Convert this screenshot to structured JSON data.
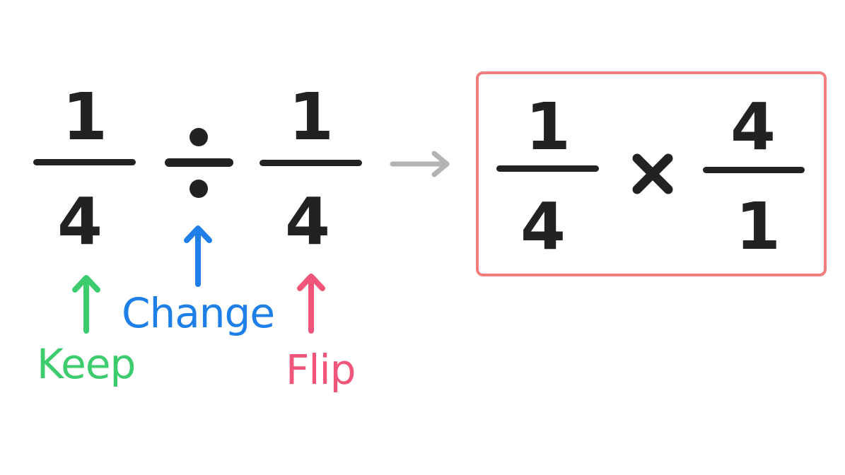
{
  "left_expression": {
    "first_fraction": {
      "numerator": "1",
      "denominator": "4"
    },
    "operator": "divide",
    "second_fraction": {
      "numerator": "1",
      "denominator": "4"
    }
  },
  "transform_arrow": "arrow-right",
  "result_expression": {
    "first_fraction": {
      "numerator": "1",
      "denominator": "4"
    },
    "operator": "multiply",
    "second_fraction": {
      "numerator": "4",
      "denominator": "1"
    }
  },
  "annotations": {
    "keep": {
      "label": "Keep",
      "color": "#3ccc6e"
    },
    "change": {
      "label": "Change",
      "color": "#1f7fe8"
    },
    "flip": {
      "label": "Flip",
      "color": "#f2557a"
    }
  },
  "colors": {
    "ink": "#222222",
    "transform_arrow": "#b3b3b3",
    "result_border": "#f17d7d"
  }
}
